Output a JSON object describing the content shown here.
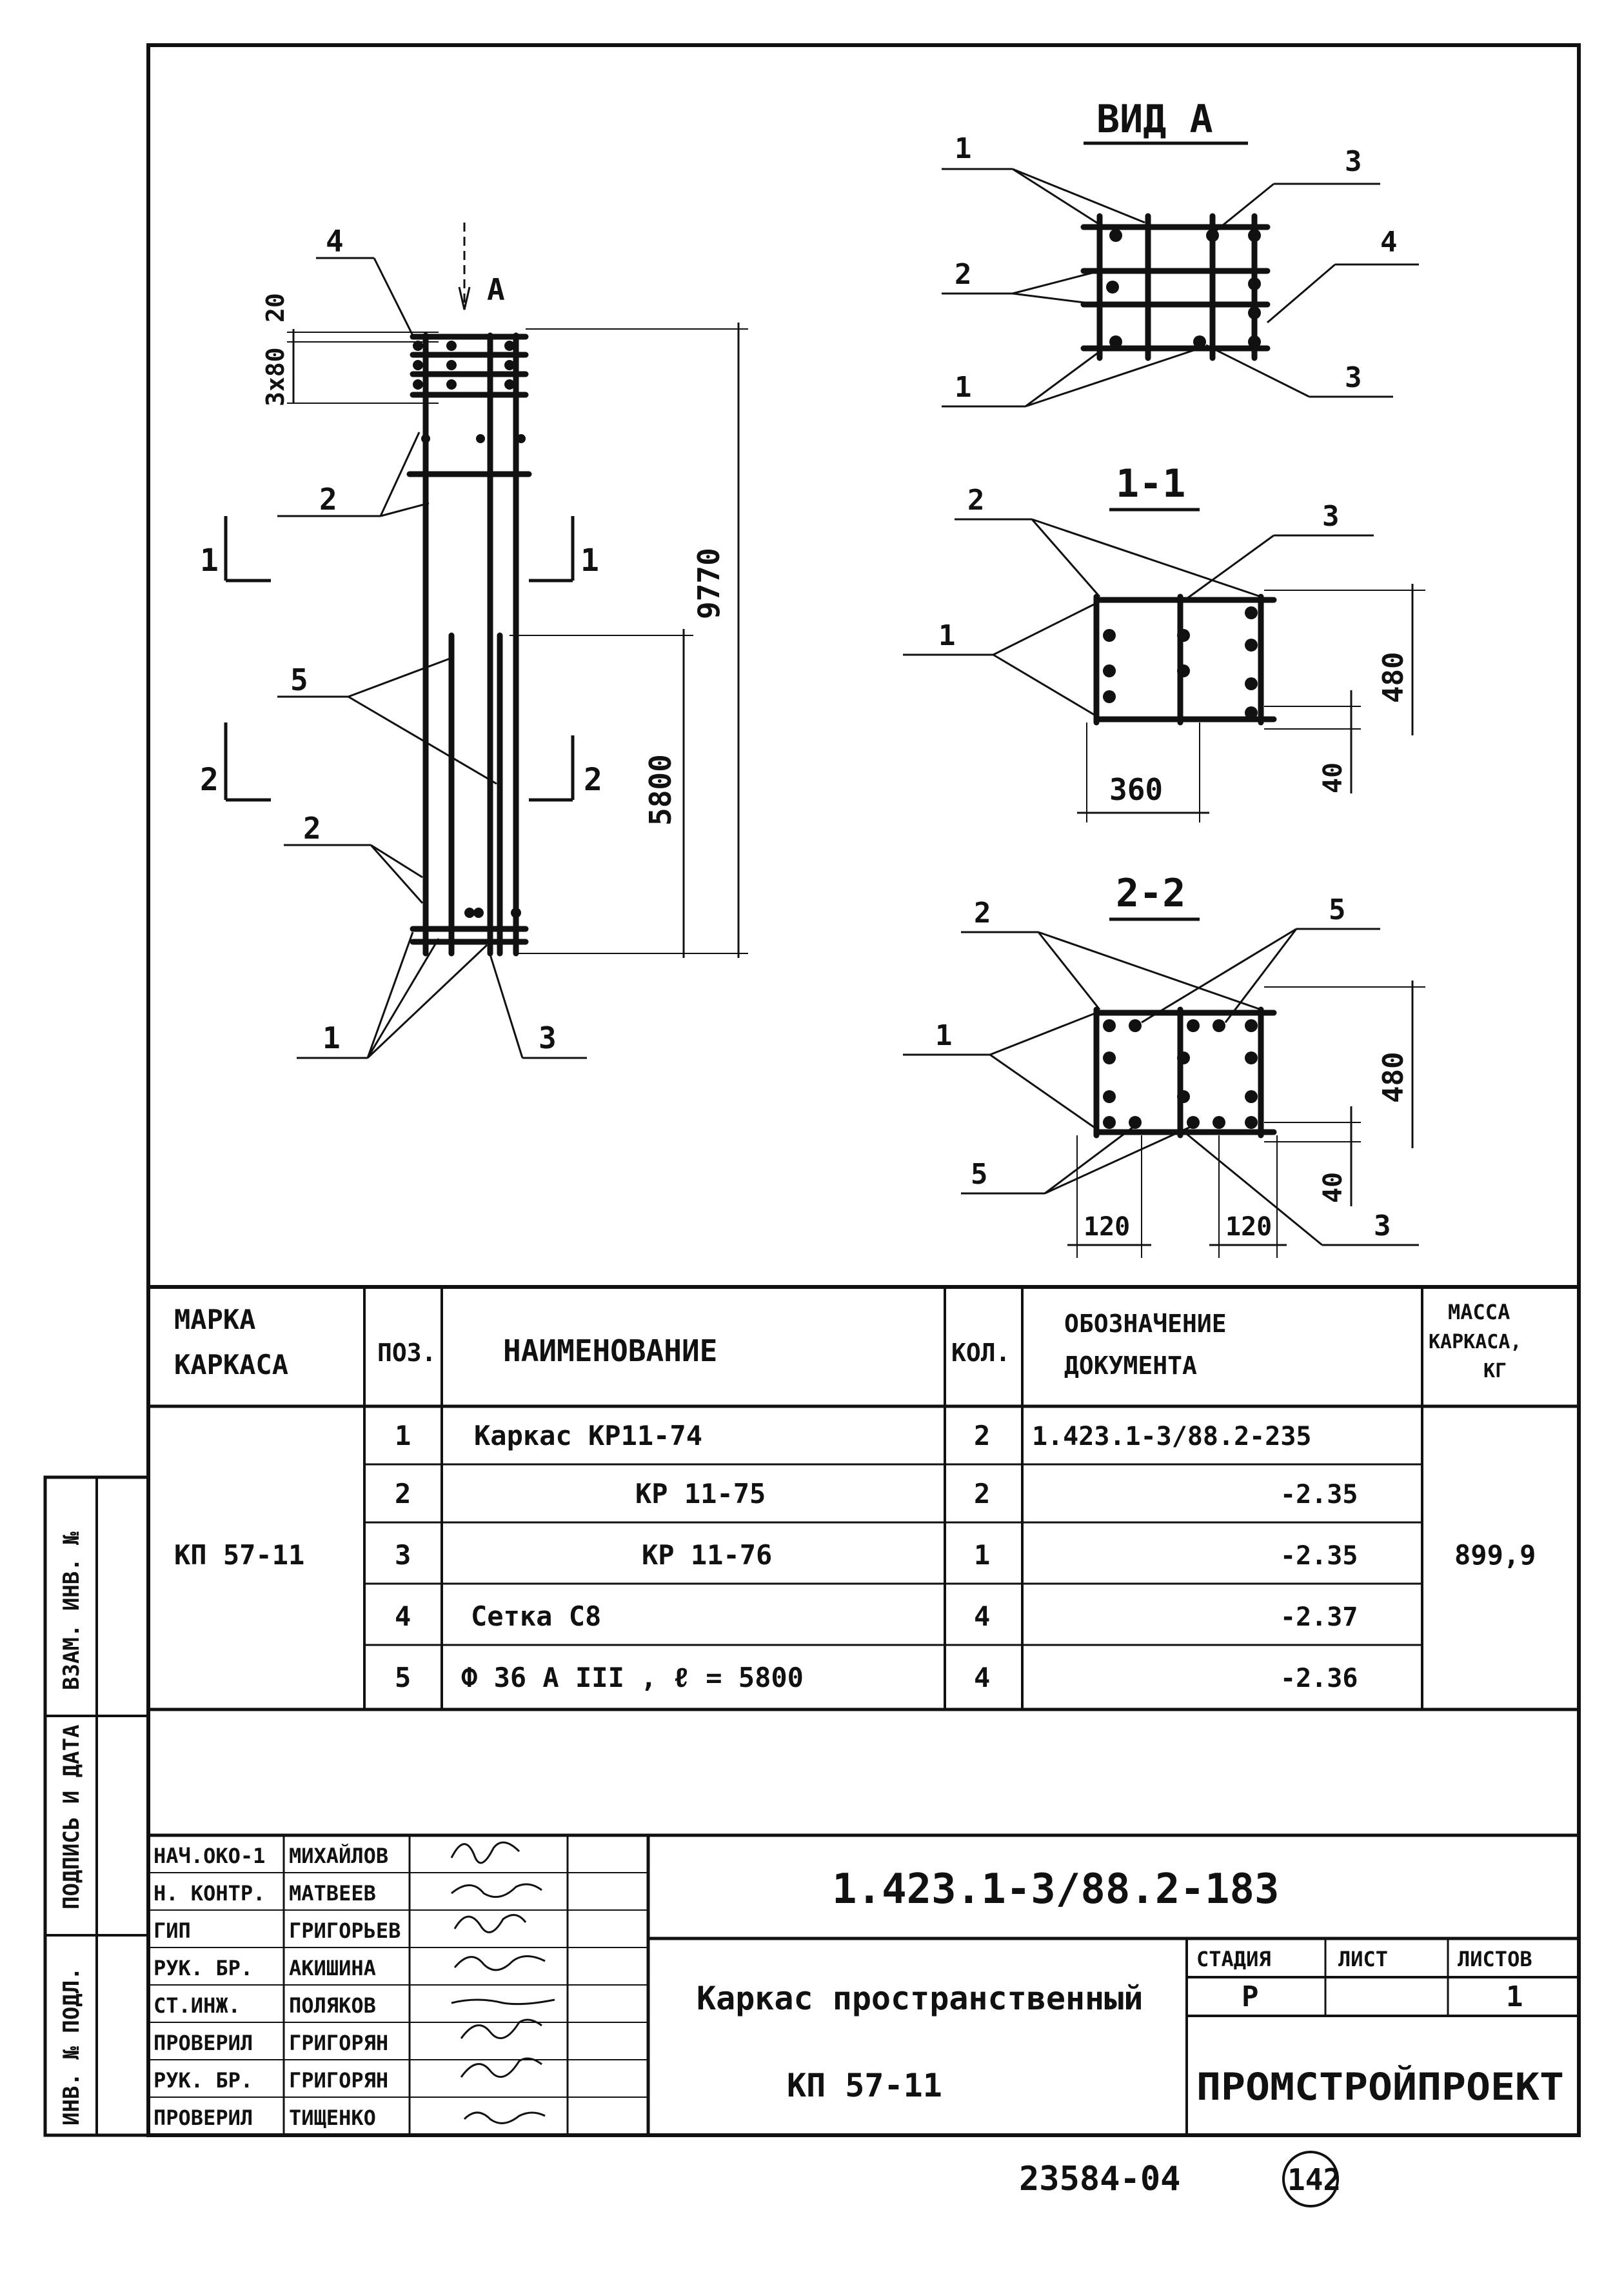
{
  "drawing": {
    "view_a_title": "ВИД А",
    "section_1_title": "1-1",
    "section_2_title": "2-2",
    "view_arrow_label": "А",
    "elevation_dims": {
      "top_spacing": "20",
      "bar_spacing": "3x80",
      "overall_height": "9770",
      "bar5_length": "5800"
    },
    "section_dims": {
      "width_1": "360",
      "height_1": "480",
      "cover_1": "40",
      "height_2": "480",
      "cover_2": "40",
      "bar_offset_left": "120",
      "bar_offset_right": "120"
    },
    "section_marks": {
      "s1_left": "1",
      "s1_right": "1",
      "s2_left": "2",
      "s2_right": "2"
    },
    "elevation_callouts": {
      "c4": "4",
      "c2_top": "2",
      "c5": "5",
      "c2_bottom": "2",
      "c1": "1",
      "c3": "3"
    },
    "view_a_callouts": {
      "c1_top": "1",
      "c3_top": "3",
      "c2": "2",
      "c4": "4",
      "c1_bottom": "1",
      "c3_bottom": "3"
    },
    "section1_callouts": {
      "c2": "2",
      "c3": "3",
      "c1": "1"
    },
    "section2_callouts": {
      "c2": "2",
      "c5_top": "5",
      "c1": "1",
      "c5_bottom": "5",
      "c3": "3"
    }
  },
  "spec_table": {
    "headers": {
      "mark_line1": "МАРКА",
      "mark_line2": "КАРКАСА",
      "pos": "ПОЗ.",
      "name": "НАИМЕНОВАНИЕ",
      "qty": "КОЛ.",
      "doc_line1": "ОБОЗНАЧЕНИЕ",
      "doc_line2": "ДОКУМЕНТА",
      "mass_line1": "МАССА",
      "mass_line2": "КАРКАСА,",
      "mass_line3": "КГ"
    },
    "mark": "КП 57-11",
    "mass": "899,9",
    "rows": [
      {
        "pos": "1",
        "name": "Каркас КР11-74",
        "qty": "2",
        "doc": "1.423.1-3/88.2-235"
      },
      {
        "pos": "2",
        "name": "КР 11-75",
        "qty": "2",
        "doc": "-2.35"
      },
      {
        "pos": "3",
        "name": "КР 11-76",
        "qty": "1",
        "doc": "-2.35"
      },
      {
        "pos": "4",
        "name": "Сетка С8",
        "qty": "4",
        "doc": "-2.37"
      },
      {
        "pos": "5",
        "name": "Ф 36 А III , ℓ = 5800",
        "qty": "4",
        "doc": "-2.36"
      }
    ]
  },
  "title_block": {
    "signatories": [
      {
        "role": "НАЧ.ОКО-1",
        "name": "МИХАЙЛОВ"
      },
      {
        "role": "Н. КОНТР.",
        "name": "МАТВЕЕВ"
      },
      {
        "role": "ГИП",
        "name": "ГРИГОРЬЕВ"
      },
      {
        "role": "РУК. БР.",
        "name": "АКИШИНА"
      },
      {
        "role": "СТ.ИНЖ.",
        "name": "ПОЛЯКОВ"
      },
      {
        "role": "ПРОВЕРИЛ",
        "name": "ГРИГОРЯН"
      },
      {
        "role": "РУК. БР.",
        "name": "ГРИГОРЯН"
      },
      {
        "role": "ПРОВЕРИЛ",
        "name": "ТИЩЕНКО"
      }
    ],
    "code": "1.423.1-3/88.2-183",
    "title_line1": "Каркас пространственный",
    "title_line2": "КП 57-11",
    "stage_label": "СТАДИЯ",
    "sheet_label": "ЛИСТ",
    "sheets_label": "ЛИСТОВ",
    "stage": "Р",
    "sheet": "",
    "sheets": "1",
    "organization": "ПРОМСТРОЙПРОЕКТ"
  },
  "side_stamp": {
    "label_1": "ВЗАМ. ИНВ. №",
    "label_2": "ПОДПИСЬ И ДАТА",
    "label_3": "ИНВ. № ПОДЛ."
  },
  "footer": {
    "archive_number": "23584-04",
    "page_number": "142"
  }
}
